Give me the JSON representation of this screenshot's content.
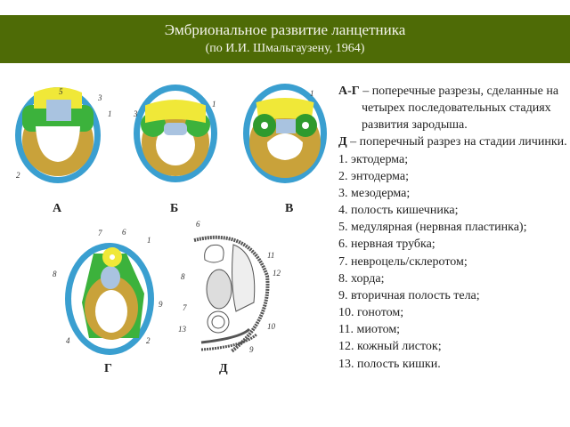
{
  "header": {
    "title": "Эмбриональное развитие ланцетника",
    "subtitle": "(по И.И. Шмальгаузену, 1964)"
  },
  "legend": {
    "ag_key": "А-Г",
    "ag_text": " – поперечные разрезы, сделанные на четырех последовательных стадиях развития зародыша.",
    "d_key": "Д",
    "d_text": " – поперечный разрез на стадии личинки.",
    "items": [
      "1. эктодерма;",
      "2. энтодерма;",
      "3. мезодерма;",
      "4. полость кишечника;",
      "5. медулярная (нервная пластинка);",
      "6. нервная трубка;",
      "7. невроцель/склеротом;",
      "8. хорда;",
      "9. вторичная полость тела;",
      "10. гонотом;",
      "11. миотом;",
      "12. кожный листок;",
      "13. полость кишки."
    ]
  },
  "figures": {
    "A": {
      "caption": "А",
      "labels": [
        "5",
        "3",
        "1",
        "2"
      ]
    },
    "B": {
      "caption": "Б",
      "labels": [
        "3",
        "1"
      ]
    },
    "V": {
      "caption": "В",
      "labels": [
        "1"
      ]
    },
    "G": {
      "caption": "Г",
      "labels": [
        "7",
        "6",
        "1",
        "8",
        "9",
        "4",
        "2"
      ]
    },
    "D": {
      "caption": "Д",
      "labels": [
        "6",
        "11",
        "12",
        "8",
        "7",
        "10",
        "13",
        "9"
      ]
    }
  },
  "colors": {
    "header": "#4e6b06",
    "ectoderm": "#3a9fd0",
    "neural": "#f0e838",
    "mesoderm": "#3cb23c",
    "endoderm": "#c9a23a",
    "chord": "#a9c3e0"
  }
}
